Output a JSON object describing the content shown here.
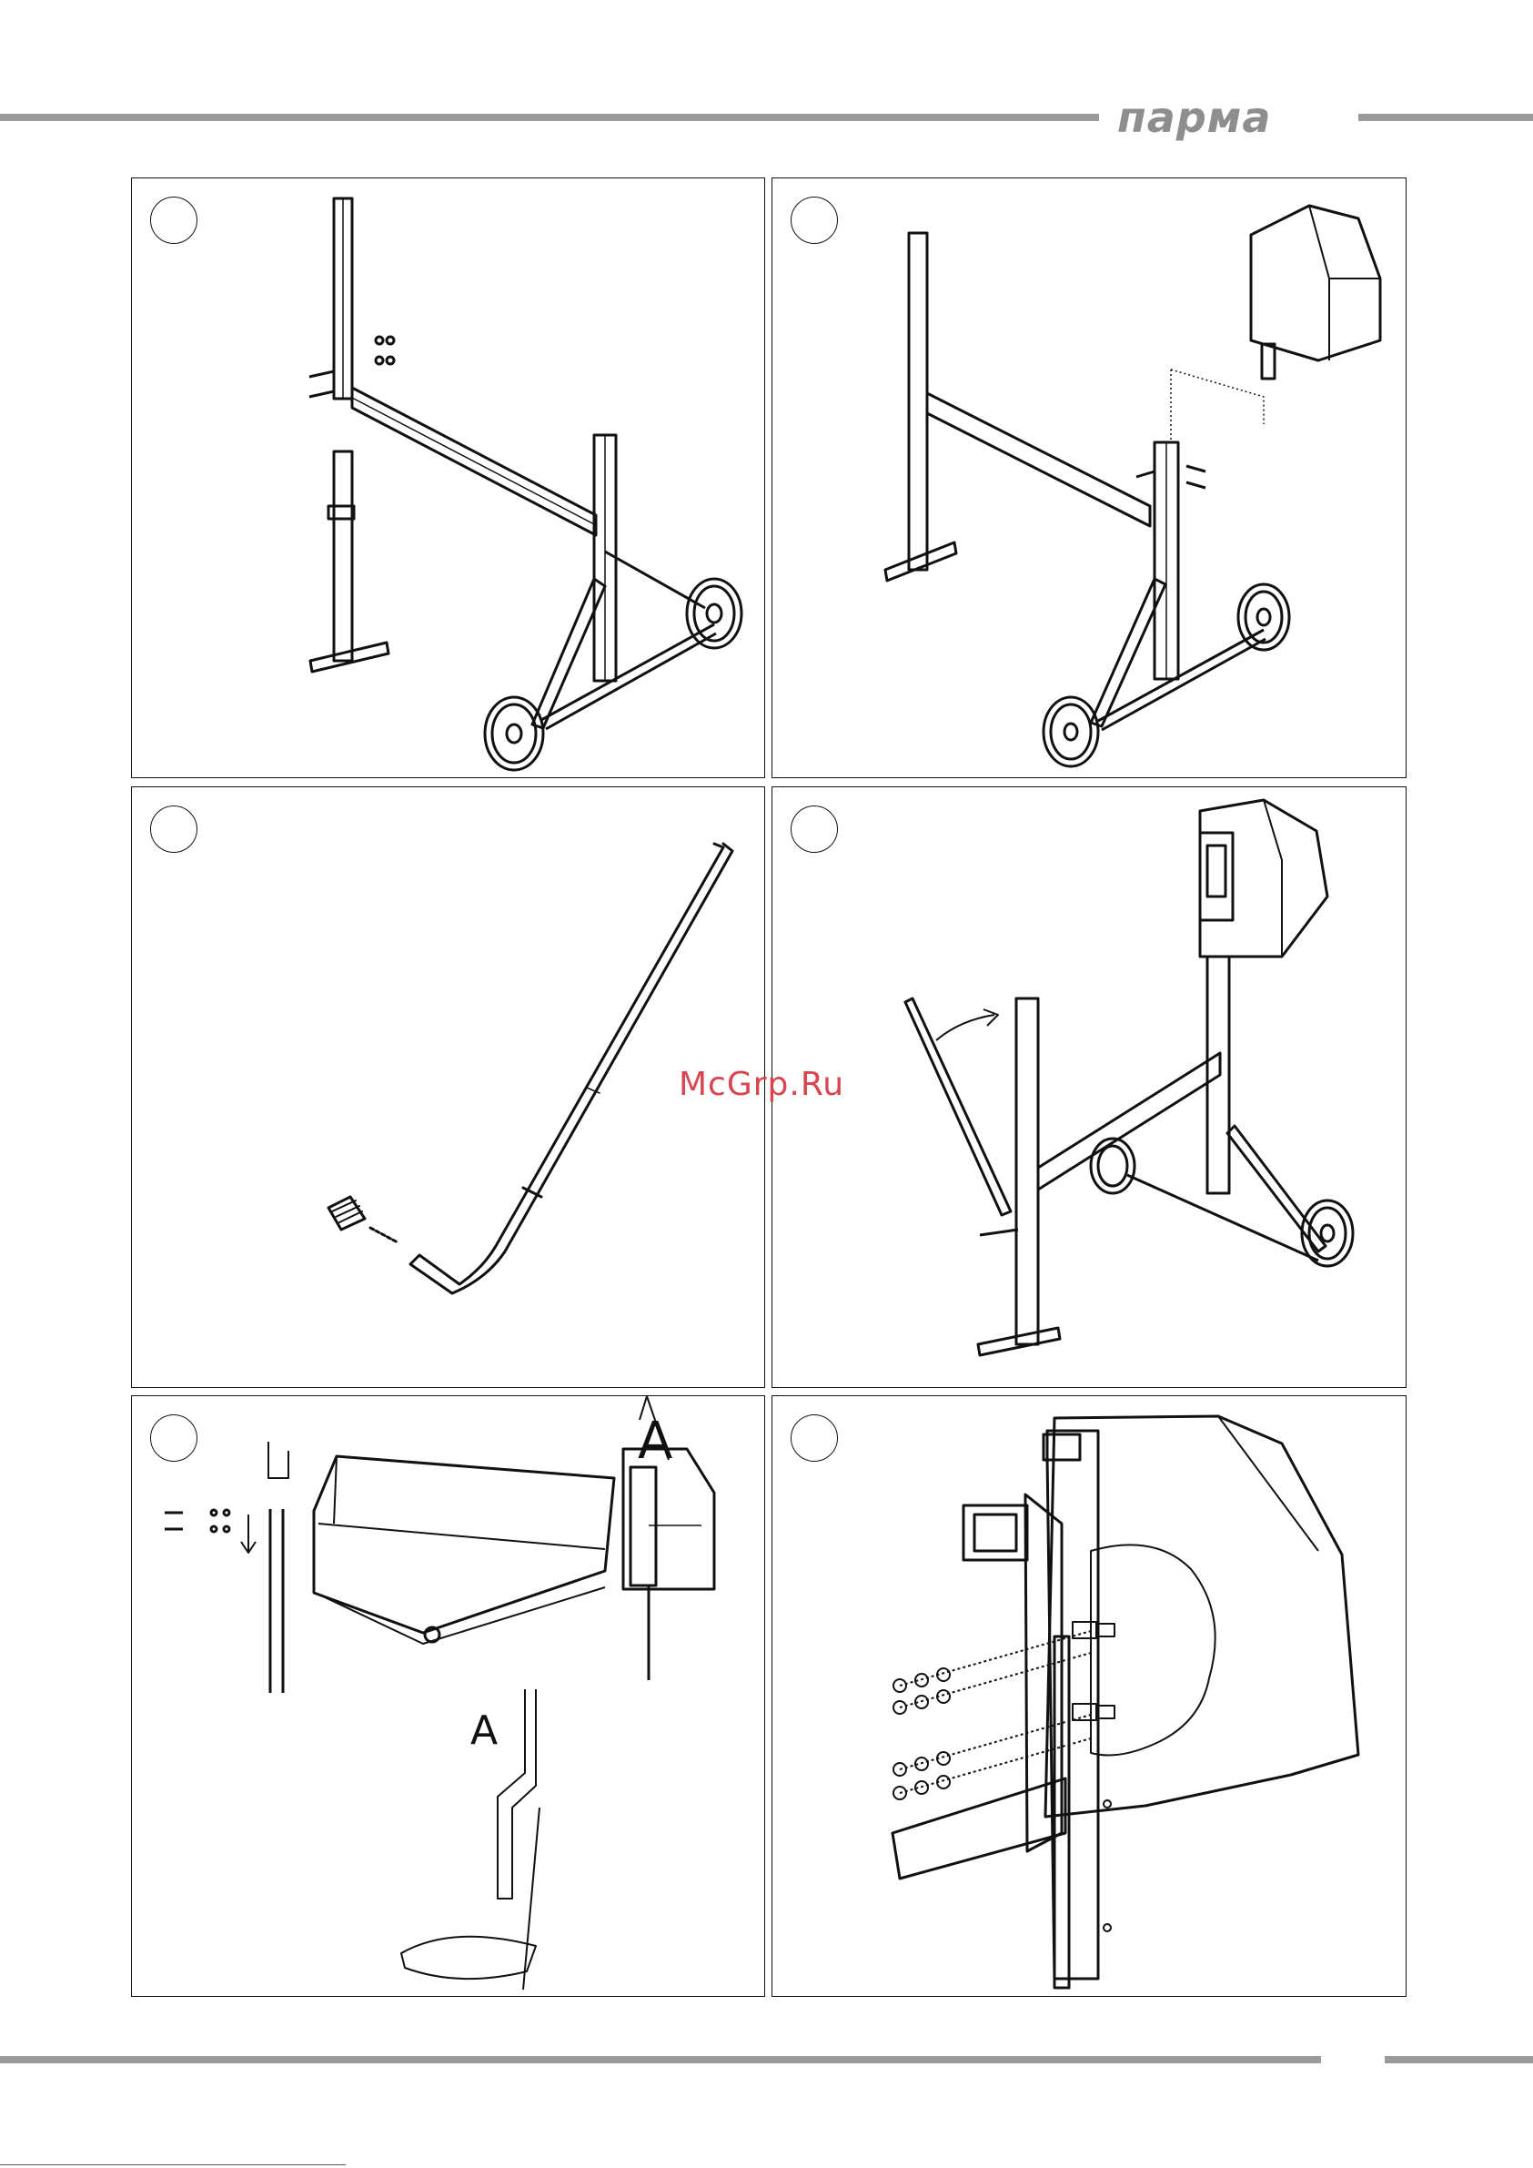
{
  "header": {
    "brand": "парма"
  },
  "watermark": {
    "text": "McGrp.Ru"
  },
  "panels": [
    {
      "id": 1,
      "callout": ""
    },
    {
      "id": 2,
      "callout": ""
    },
    {
      "id": 3,
      "callout": ""
    },
    {
      "id": 4,
      "callout": ""
    },
    {
      "id": 5,
      "callout": "A",
      "detail_callout": "A"
    },
    {
      "id": 6,
      "callout": ""
    }
  ],
  "colors": {
    "rule": "#9a9a9a",
    "watermark": "#d8454f",
    "line": "#111111"
  }
}
